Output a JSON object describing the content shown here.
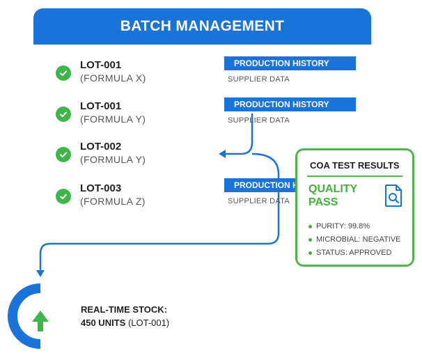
{
  "header": {
    "title": "BATCH MANAGEMENT"
  },
  "lots": [
    {
      "id": "LOT-001",
      "formula": "(FORMULA X)"
    },
    {
      "id": "LOT-001",
      "formula": "(FORMULA Y)"
    },
    {
      "id": "LOT-002",
      "formula": "(FORMULA Y)"
    },
    {
      "id": "LOT-003",
      "formula": "(FORMULA Z)"
    }
  ],
  "history_rows": [
    {
      "tab": "PRODUCTION HISTORY",
      "supplier": "SUPPLIER DATA"
    },
    {
      "tab": "PRODUCTION HISTORY",
      "supplier": "SUPPLIER DATA"
    },
    {
      "tab": "PRODUCTION HI",
      "supplier": "SUPPLIER DATA"
    }
  ],
  "coa": {
    "title": "COA TEST RESULTS",
    "result": "QUALITY PASS",
    "icon": "document-search-icon",
    "items": [
      "PURITY: 99.8%",
      "MICROBIAL: NEGATIVE",
      "STATUS: APPROVED"
    ]
  },
  "stock": {
    "label": "REAL-TIME STOCK:",
    "value": "450 UNITS",
    "lot": "(LOT-001)",
    "icon": "arrow-up-icon"
  },
  "colors": {
    "brand_blue": "#1a73d9",
    "success_green": "#41b13a",
    "card_border": "#4cb748"
  }
}
